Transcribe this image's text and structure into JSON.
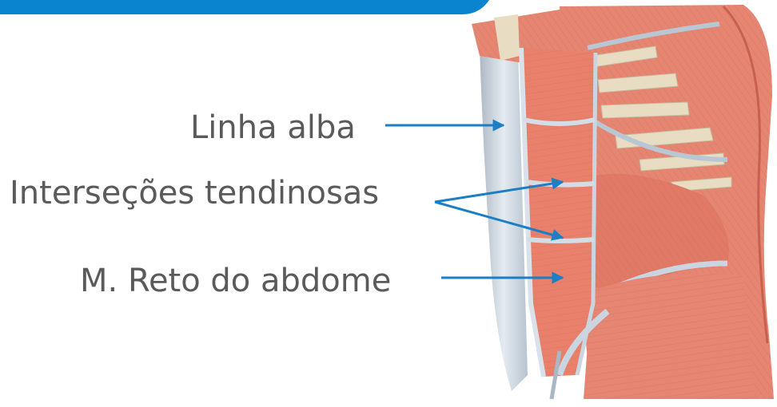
{
  "labels": {
    "linha_alba": "Linha alba",
    "intersecoes": "Interseções tendinosas",
    "reto_abdome": "M. Reto do abdome"
  },
  "colors": {
    "banner": "#0a84cf",
    "arrow": "#1c7ec5",
    "text": "#5a5a5a",
    "muscle": "#e58672",
    "muscle_dark": "#c9604d",
    "fascia": "#c9d6e2",
    "bone": "#e8dcc2"
  }
}
